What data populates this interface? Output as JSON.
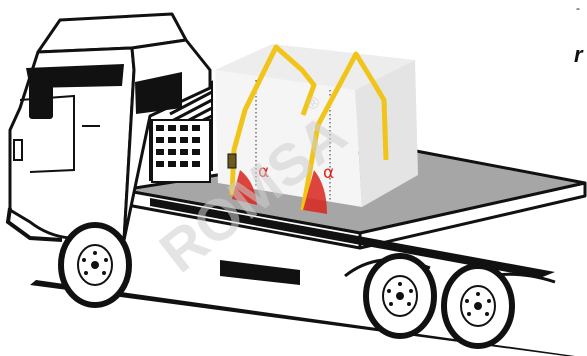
{
  "diagram": {
    "angle_symbol": "α",
    "edge_text": "r",
    "edge_tick": "-",
    "watermark": {
      "text": "ROMSA",
      "registered_mark": "®"
    },
    "colors": {
      "strap": "#f0c419",
      "angle": "#d9241d",
      "cargo": "#f3f3f3",
      "deck": "#a6a6a6",
      "outline": "#111111"
    }
  }
}
